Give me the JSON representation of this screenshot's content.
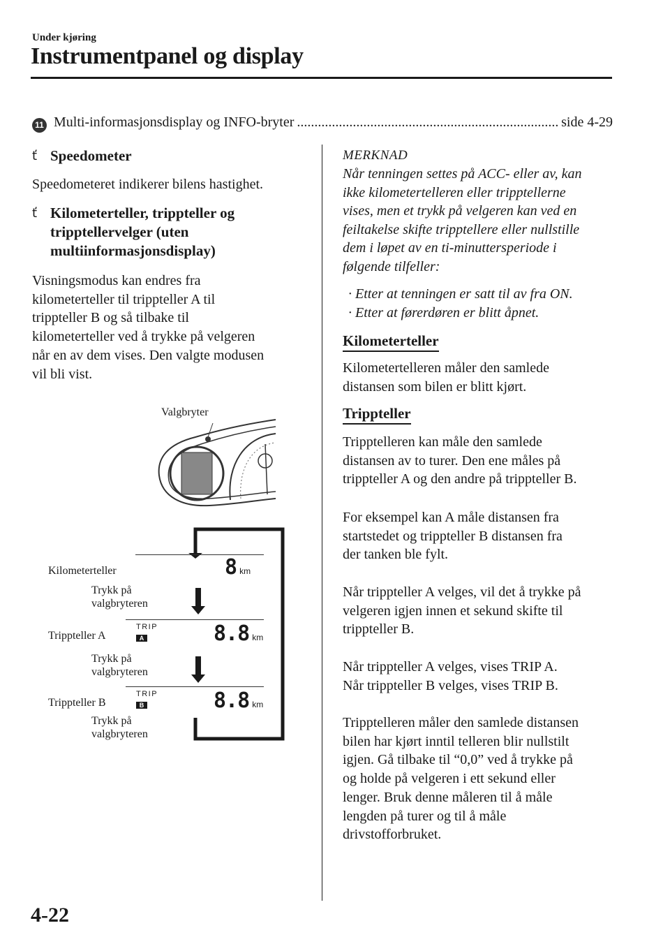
{
  "header": {
    "section": "Under kjøring",
    "title": "Instrumentpanel og display"
  },
  "toc": {
    "number": "11",
    "text": "Multi-informasjonsdisplay og INFO-bryter",
    "page": "side 4-29"
  },
  "left": {
    "speedometer": {
      "heading": "Speedometer",
      "body": "Speedometeret indikerer bilens hastighet."
    },
    "odometer_section": {
      "heading_lines": [
        "Kilometerteller, trippteller og",
        "tripptellervelger (uten",
        "multiinformasjonsdisplay)"
      ],
      "body_lines": [
        "Visningsmodus kan endres fra",
        "kilometerteller til trippteller A til",
        "trippteller B og så tilbake til",
        "kilometerteller ved å trykke på velgeren",
        "når en av dem vises. Den valgte modusen",
        "vil bli vist."
      ]
    },
    "figure": {
      "selector_label": "Valgbryter",
      "rows": [
        {
          "label": "Kilometerteller",
          "trip": "",
          "letter": "",
          "value": "8",
          "unit": "km"
        },
        {
          "label": "Trippteller A",
          "trip": "TRIP",
          "letter": "A",
          "value": "8.8",
          "unit": "km"
        },
        {
          "label": "Trippteller B",
          "trip": "TRIP",
          "letter": "B",
          "value": "8.8",
          "unit": "km"
        }
      ],
      "press_lines": [
        "Trykk på",
        "valgbryteren"
      ]
    }
  },
  "right": {
    "note": {
      "title": "MERKNAD",
      "lines": [
        "Når tenningen settes på ACC- eller av, kan",
        "ikke kilometertelleren eller tripptellerne",
        "vises, men et trykk på velgeren kan ved en",
        "feiltakelse skifte tripptellere eller nullstille",
        "dem i løpet av en ti-minuttersperiode i",
        "følgende tilfeller:"
      ],
      "bullets": [
        "Etter at tenningen er satt til av fra ON.",
        "Etter at førerdøren er blitt åpnet."
      ]
    },
    "odometer": {
      "heading": "Kilometerteller",
      "lines": [
        "Kilometertelleren måler den samlede",
        "distansen som bilen er blitt kjørt."
      ]
    },
    "tripmeter": {
      "heading": "Trippteller",
      "paragraphs": [
        [
          "Tripptelleren kan måle den samlede",
          "distansen av to turer. Den ene måles på",
          "trippteller A og den andre på trippteller B."
        ],
        [
          "For eksempel kan A måle distansen fra",
          "startstedet og trippteller B distansen fra",
          "der tanken ble fylt."
        ],
        [
          "Når trippteller A velges, vil det å trykke på",
          "velgeren igjen innen et sekund skifte til",
          "trippteller B."
        ],
        [
          "Når trippteller A velges, vises TRIP A.",
          "Når trippteller B velges, vises TRIP B."
        ],
        [
          "Tripptelleren måler den samlede distansen",
          "bilen har kjørt inntil telleren blir nullstilt",
          "igjen. Gå tilbake til “0,0” ved å trykke på",
          "og holde på velgeren i ett sekund eller",
          "lenger. Bruk denne måleren til å måle",
          "lengden på turer og til å måle",
          "drivstofforbruket."
        ]
      ]
    }
  },
  "footer": {
    "page_number": "4-22"
  }
}
